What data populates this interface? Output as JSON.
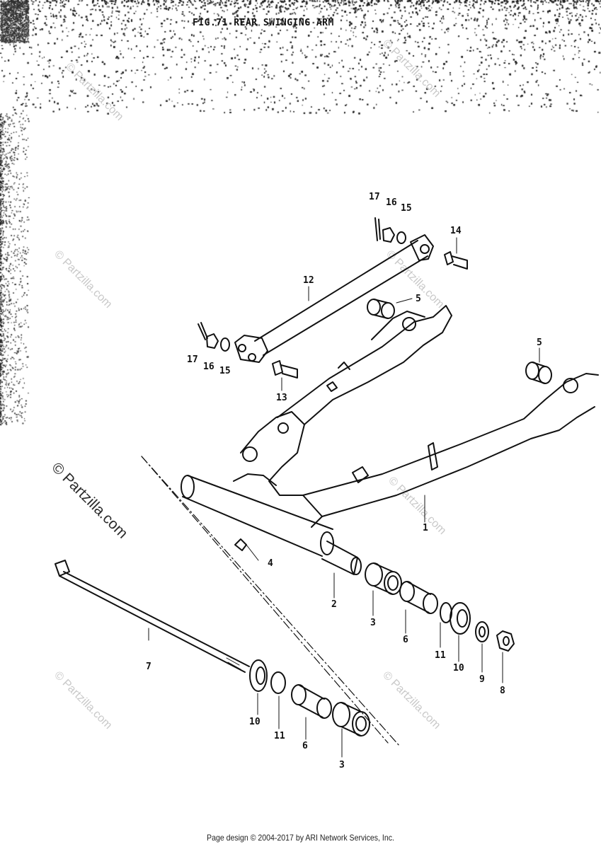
{
  "figure": {
    "title": "FIG.71  REAR SWINGING ARM"
  },
  "labels": {
    "l1": "1",
    "l2": "2",
    "l3a": "3",
    "l3b": "3",
    "l4": "4",
    "l5a": "5",
    "l5b": "5",
    "l6a": "6",
    "l6b": "6",
    "l7": "7",
    "l8": "8",
    "l9": "9",
    "l10a": "10",
    "l10b": "10",
    "l11a": "11",
    "l11b": "11",
    "l12": "12",
    "l13": "13",
    "l14": "14",
    "l15a": "15",
    "l15b": "15",
    "l16a": "16",
    "l16b": "16",
    "l17a": "17",
    "l17b": "17"
  },
  "watermark": {
    "text": "© Partzilla.com"
  },
  "footer": {
    "copyright": "Page design © 2004-2017 by ARI Network Services, Inc."
  }
}
